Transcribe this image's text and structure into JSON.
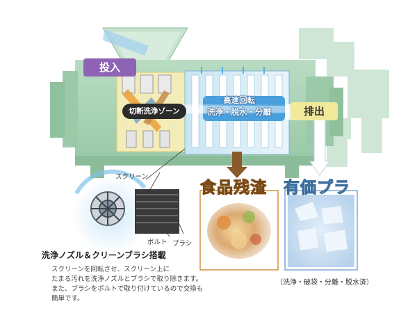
{
  "diagram": {
    "input_label": "投入",
    "output_label": "排出",
    "zone_label": "切断洗浄ゾーン",
    "high_speed_label": {
      "line1": "高速回転",
      "line2": "洗浄・脱水・分離"
    },
    "food_residue_title": "食品残渣",
    "plastic_title": "有価プラ",
    "plastic_note": "（洗浄・破袋・分離・脱水済）"
  },
  "detail": {
    "screen_label": "スクリーン",
    "bolt_label": "ボルト",
    "brush_label": "ブラシ",
    "feature_title": "洗浄ノズル＆クリーンブラシ搭載",
    "description_lines": [
      "スクリーンを回転させ、スクリーン上に",
      "たまる汚れを洗浄ノズルとブラシで取り除きます。",
      "また、ブラシをボルトで取り付けているので交換も",
      "簡単です。"
    ]
  },
  "colors": {
    "machine_body": "#a6d0b3",
    "machine_dark": "#8cc19d",
    "cut_zone": "#f3ecb8",
    "water": "#4aa0dc",
    "input_tag": "#8e63b5",
    "output_tag": "#f2ea9b",
    "arrow_brown": "#8a5a2b"
  }
}
